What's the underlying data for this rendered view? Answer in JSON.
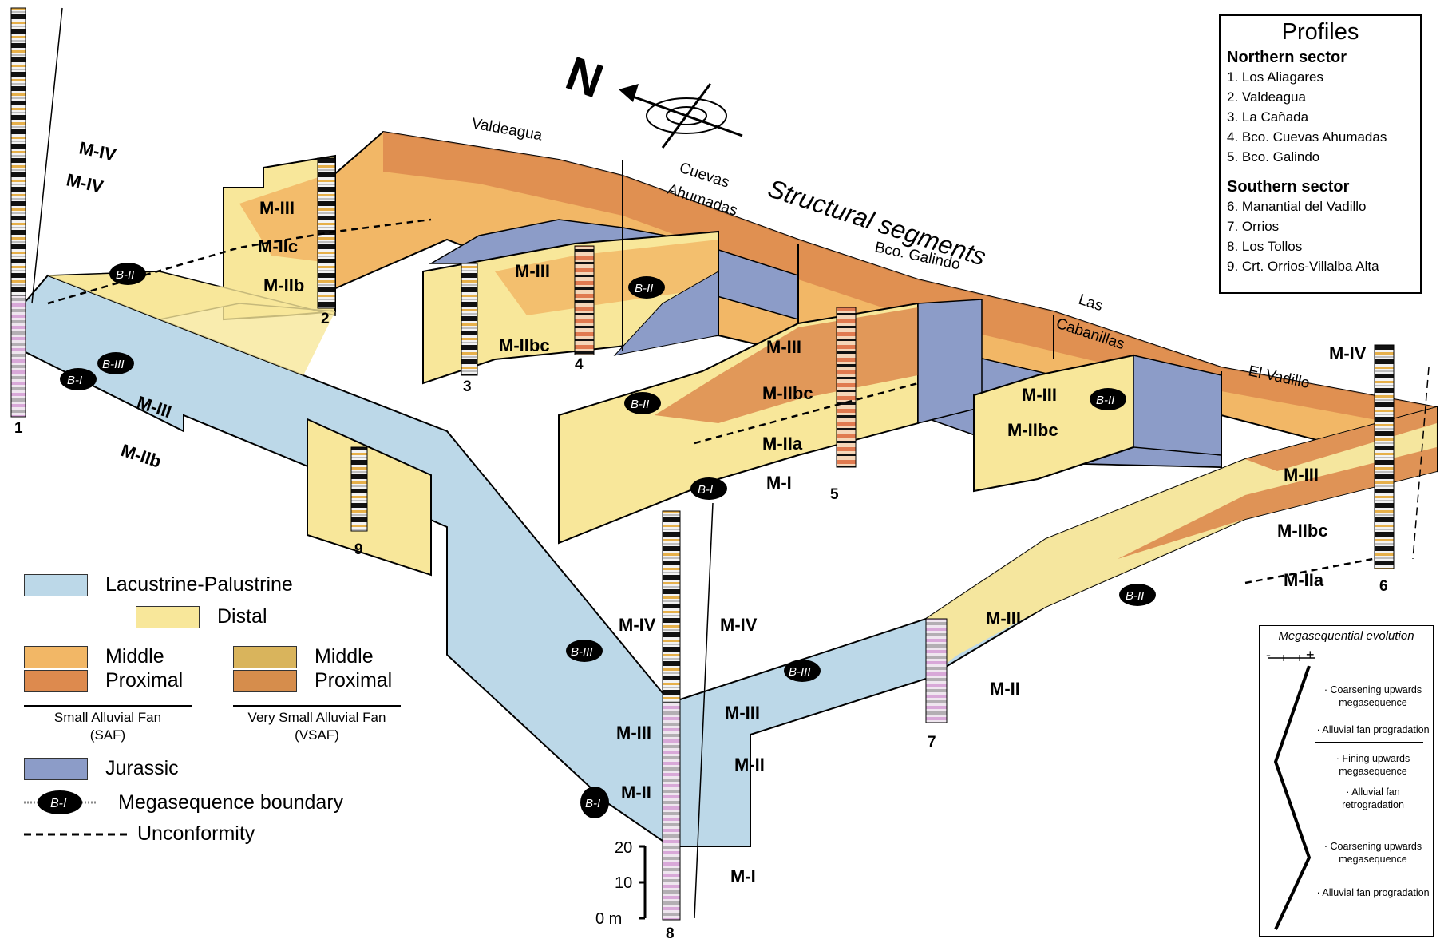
{
  "profiles_box": {
    "title": "Profiles",
    "northern_title": "Northern sector",
    "northern": [
      "1. Los Aliagares",
      "2. Valdeagua",
      "3. La Cañada",
      "4. Bco. Cuevas Ahumadas",
      "5. Bco. Galindo"
    ],
    "southern_title": "Southern sector",
    "southern": [
      "6. Manantial del Vadillo",
      "7. Orrios",
      "8. Los Tollos",
      "9. Crt. Orrios-Villalba Alta"
    ]
  },
  "diagram": {
    "structural_segments": "Structural segments",
    "segments": {
      "valdeagua": "Valdeagua",
      "cuevas": "Cuevas",
      "ahumadas": "Ahumadas",
      "galindo": "Bco. Galindo",
      "las": "Las",
      "cabanillas": "Cabanillas",
      "vadillo": "El Vadillo"
    },
    "compass_letter": "N",
    "units": {
      "m1": "M-I",
      "m2": "M-II",
      "m2a": "M-IIa",
      "m2b": "M-IIb",
      "m2c": "M-IIc",
      "m2bc": "M-IIbc",
      "m3": "M-III",
      "m4": "M-IV"
    },
    "boundaries": {
      "b1": "B-I",
      "b2": "B-II",
      "b3": "B-III"
    },
    "profile_numbers": [
      "1",
      "2",
      "3",
      "4",
      "5",
      "6",
      "7",
      "8",
      "9"
    ],
    "scale": {
      "t20": "20",
      "t10": "10",
      "t0": "0 m"
    }
  },
  "legend": {
    "lacustrine": "Lacustrine-Palustrine",
    "distal": "Distal",
    "middle": "Middle",
    "proximal": "Proximal",
    "saf_line1": "Small Alluvial Fan",
    "saf_line2": "(SAF)",
    "vsaf_line1": "Very Small Alluvial Fan",
    "vsaf_line2": "(VSAF)",
    "jurassic": "Jurassic",
    "boundary_label": "Megasequence boundary",
    "boundary_symbol": "B-I",
    "unconformity": "Unconformity"
  },
  "megasequential": {
    "title": "Megasequential evolution",
    "minus": "-",
    "plus": "+",
    "t1a": "· Coarsening upwards",
    "t1b": "megasequence",
    "t2": "· Alluvial fan progradation",
    "t3a": "· Fining upwards",
    "t3b": "megasequence",
    "t4a": "· Alluvial fan",
    "t4b": "retrogradation",
    "t5a": "· Coarsening upwards",
    "t5b": "megasequence",
    "t6": "· Alluvial fan progradation"
  },
  "colors": {
    "lacustrine": "#bcd8e8",
    "distal": "#f8e79a",
    "saf_middle": "#f2b766",
    "saf_proximal": "#dd8a4e",
    "vsaf_middle": "#d9b45c",
    "vsaf_proximal": "#d68d4c",
    "jurassic": "#8c9cc8"
  }
}
